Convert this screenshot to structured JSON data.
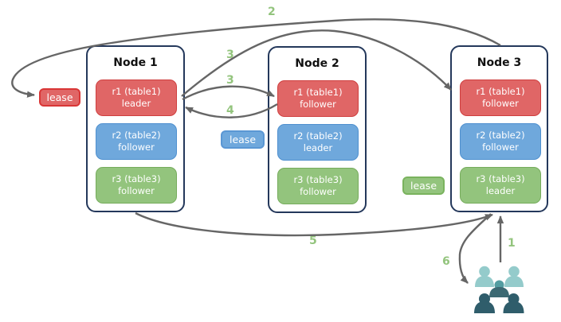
{
  "diagram": {
    "nodes": [
      {
        "title": "Node 1",
        "replicas": [
          {
            "name": "r1 (table1)",
            "role": "leader",
            "color": "#e06666"
          },
          {
            "name": "r2 (table2)",
            "role": "follower",
            "color": "#6fa8dc"
          },
          {
            "name": "r3 (table3)",
            "role": "follower",
            "color": "#93c47d"
          }
        ]
      },
      {
        "title": "Node 2",
        "replicas": [
          {
            "name": "r1 (table1)",
            "role": "follower",
            "color": "#e06666"
          },
          {
            "name": "r2 (table2)",
            "role": "leader",
            "color": "#6fa8dc"
          },
          {
            "name": "r3 (table3)",
            "role": "follower",
            "color": "#93c47d"
          }
        ]
      },
      {
        "title": "Node 3",
        "replicas": [
          {
            "name": "r1 (table1)",
            "role": "follower",
            "color": "#e06666"
          },
          {
            "name": "r2 (table2)",
            "role": "follower",
            "color": "#6fa8dc"
          },
          {
            "name": "r3 (table3)",
            "role": "leader",
            "color": "#93c47d"
          }
        ]
      }
    ],
    "leases": [
      {
        "label": "lease",
        "color": "#e06666"
      },
      {
        "label": "lease",
        "color": "#6fa8dc"
      },
      {
        "label": "lease",
        "color": "#93c47d"
      }
    ],
    "steps": [
      {
        "label": "2"
      },
      {
        "label": "3"
      },
      {
        "label": "3"
      },
      {
        "label": "4"
      },
      {
        "label": "5"
      },
      {
        "label": "1"
      },
      {
        "label": "6"
      }
    ],
    "arrows": [
      {
        "step": "2",
        "from": "node3-top",
        "to": "lease-red"
      },
      {
        "step": "3",
        "from": "node1-r1-leader",
        "to": "node3-r1-follower"
      },
      {
        "step": "3",
        "from": "node1-r1-leader",
        "to": "node2-r1-follower"
      },
      {
        "step": "4",
        "from": "node2-r1-follower",
        "to": "node1-r1-leader"
      },
      {
        "step": "5",
        "from": "node1-bottom",
        "to": "node3-bottom"
      },
      {
        "step": "1",
        "from": "users",
        "to": "node3-bottom"
      },
      {
        "step": "6",
        "from": "node3-bottom",
        "to": "users"
      }
    ],
    "colors": {
      "arrow": "#666666",
      "step_label": "#93c47d",
      "node_border": "#24385b",
      "replica_red": "#e06666",
      "replica_blue": "#6fa8dc",
      "replica_green": "#93c47d",
      "users_light": "#94cbcb",
      "users_medium": "#539da1",
      "users_mid_body": "#3c6973",
      "users_dark": "#2f5d6b"
    }
  }
}
